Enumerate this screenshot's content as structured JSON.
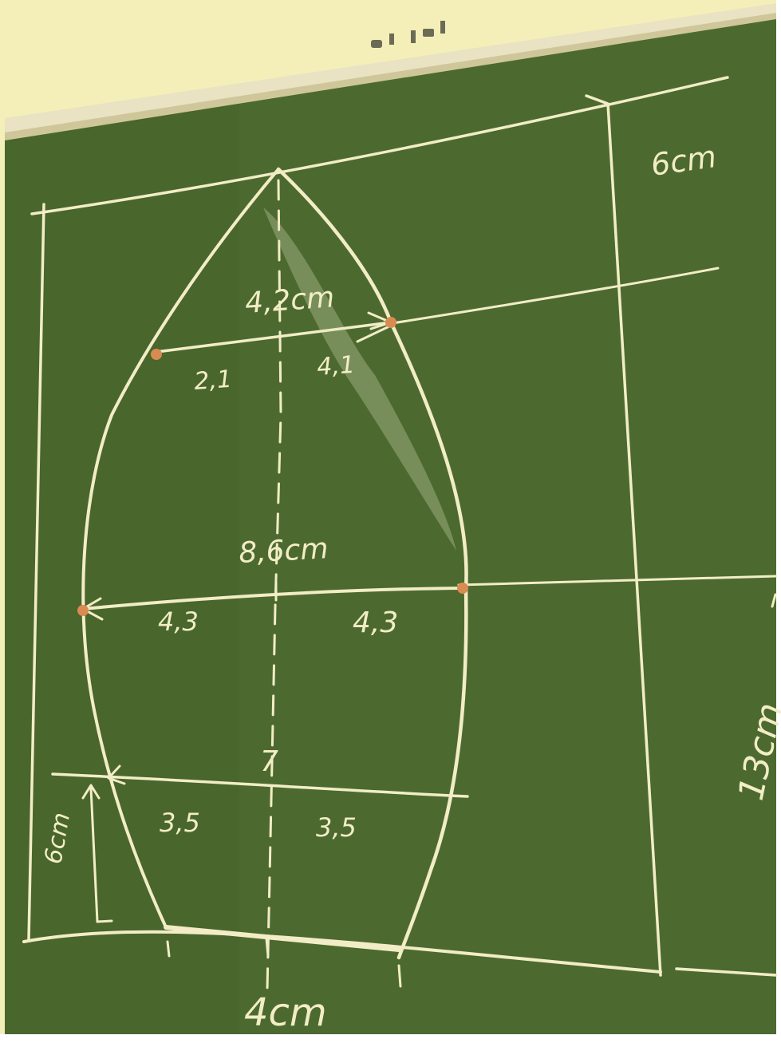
{
  "colors": {
    "wall": "#f4efb8",
    "wall_shadow": "#e7dc9a",
    "board": "#4c6a2f",
    "board_dark": "#3f5b27",
    "chalk": "#f2edc6",
    "chalk_dim": "#d9d6ad",
    "marker": "#d98b52",
    "tray": "#e9e3c4"
  },
  "annotations": {
    "top_width": "4,2cm",
    "top_left_half": "2,1",
    "top_right_half": "4,1",
    "middle_width": "8,6cm",
    "middle_left_half": "4,3",
    "middle_right_half": "4,3",
    "lower_width": "7",
    "lower_left_half": "3,5",
    "lower_right_half": "3,5",
    "top_margin": "6cm",
    "bottom_offset": "6cm",
    "right_height": "13cm",
    "bottom_width": "4cm"
  }
}
